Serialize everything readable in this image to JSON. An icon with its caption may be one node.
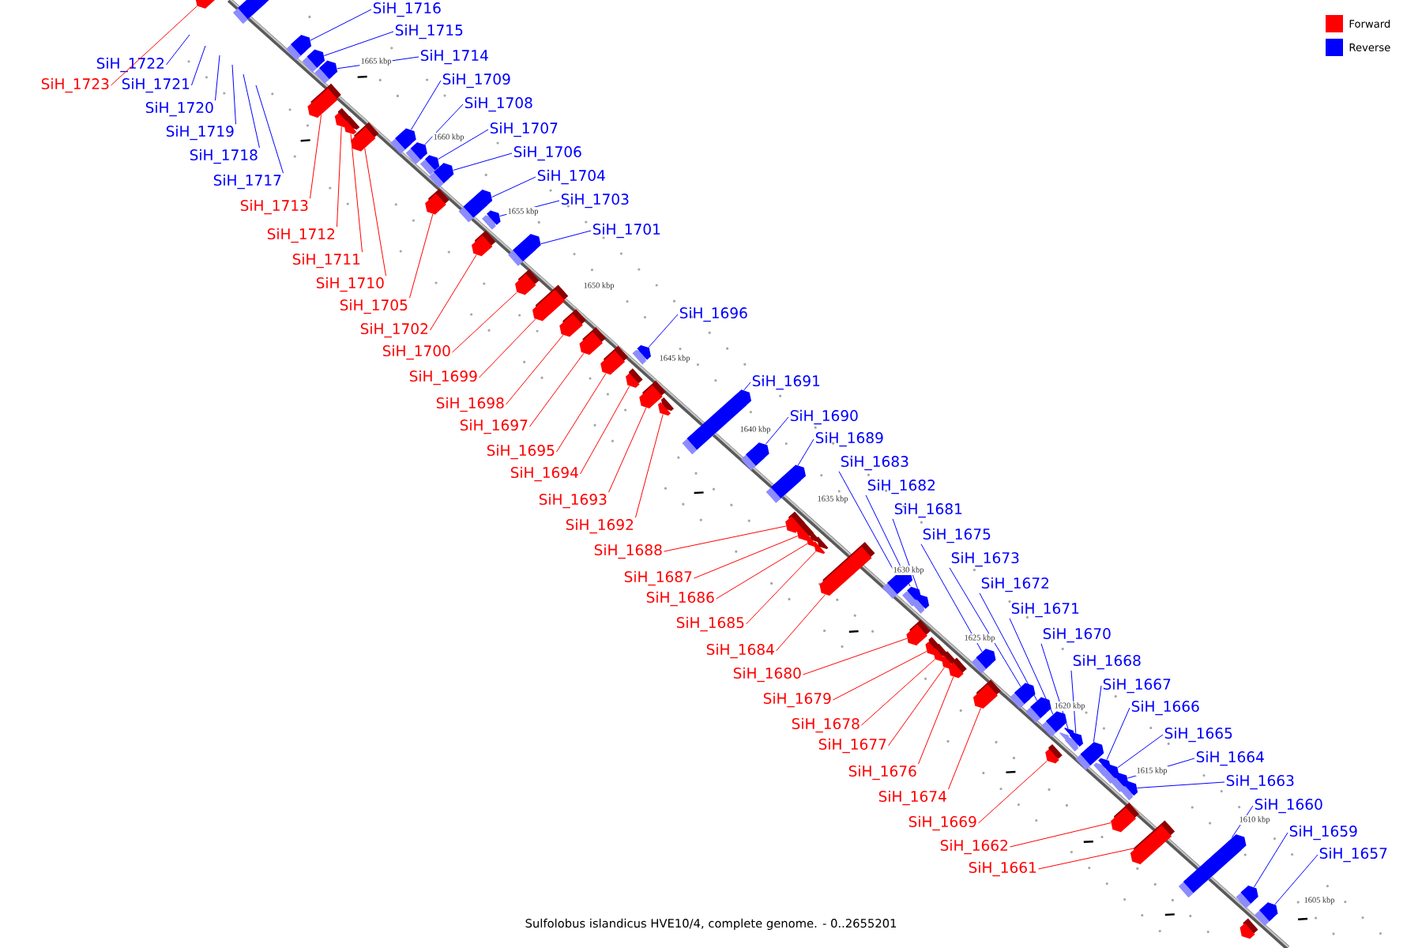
{
  "diagram": {
    "caption": "Sulfolobus islandicus HVE10/4, complete genome. - 0..2655201",
    "nodes": [
      {
        "text": [
          "SiH_1716"
        ]
      },
      {
        "text": [
          "SiH_1715"
        ]
      },
      {
        "text": [
          "SiH_1714"
        ]
      },
      {
        "text": [
          "SiH_1709"
        ]
      },
      {
        "text": [
          "SiH_1708"
        ]
      },
      {
        "text": [
          "SiH_1707"
        ]
      },
      {
        "text": [
          "SiH_1706"
        ]
      },
      {
        "text": [
          "SiH_1704"
        ]
      },
      {
        "text": [
          "SiH_1703"
        ]
      },
      {
        "text": [
          "SiH_1701"
        ]
      },
      {
        "text": [
          "SiH_1696"
        ]
      },
      {
        "text": [
          "SiH_1691"
        ]
      },
      {
        "text": [
          "SiH_1690"
        ]
      },
      {
        "text": [
          "SiH_1689"
        ]
      },
      {
        "text": [
          "SiH_1683"
        ]
      },
      {
        "text": [
          "SiH_1682"
        ]
      },
      {
        "text": [
          "SiH_1681"
        ]
      },
      {
        "text": [
          "SiH_1675"
        ]
      },
      {
        "text": [
          "SiH_1673"
        ]
      },
      {
        "text": [
          "SiH_1672"
        ]
      },
      {
        "text": [
          "SiH_1671"
        ]
      },
      {
        "text": [
          "SiH_1670"
        ]
      },
      {
        "text": [
          "SiH_1668"
        ]
      },
      {
        "text": [
          "SiH_1667"
        ]
      },
      {
        "text": [
          "SiH_1666"
        ]
      },
      {
        "text": [
          "SiH_1665"
        ]
      },
      {
        "text": [
          "SiH_1664"
        ]
      },
      {
        "text": [
          "SiH_1663"
        ]
      },
      {
        "text": [
          "SiH_1660"
        ]
      },
      {
        "text": [
          "SiH_1659"
        ]
      },
      {
        "text": [
          "SiH_1657"
        ]
      },
      {
        "text": [
          "SiH_1722"
        ]
      },
      {
        "text": [
          "SiH_1721"
        ]
      },
      {
        "text": [
          "SiH_1720"
        ]
      },
      {
        "text": [
          "SiH_1719"
        ]
      },
      {
        "text": [
          "SiH_1718"
        ]
      },
      {
        "text": [
          "SiH_1717"
        ]
      },
      {
        "text": [
          "SiH_1723"
        ]
      },
      {
        "text": [
          "SiH_1713"
        ]
      },
      {
        "text": [
          "SiH_1712"
        ]
      },
      {
        "text": [
          "SiH_1711"
        ]
      },
      {
        "text": [
          "SiH_1710"
        ]
      },
      {
        "text": [
          "SiH_1705"
        ]
      },
      {
        "text": [
          "SiH_1702"
        ]
      },
      {
        "text": [
          "SiH_1700"
        ]
      },
      {
        "text": [
          "SiH_1699"
        ]
      },
      {
        "text": [
          "SiH_1698"
        ]
      },
      {
        "text": [
          "SiH_1697"
        ]
      },
      {
        "text": [
          "SiH_1695"
        ]
      },
      {
        "text": [
          "SiH_1694"
        ]
      },
      {
        "text": [
          "SiH_1693"
        ]
      },
      {
        "text": [
          "SiH_1692"
        ]
      },
      {
        "text": [
          "SiH_1688"
        ]
      },
      {
        "text": [
          "SiH_1687"
        ]
      },
      {
        "text": [
          "SiH_1686"
        ]
      },
      {
        "text": [
          "SiH_1685"
        ]
      },
      {
        "text": [
          "SiH_1684"
        ]
      },
      {
        "text": [
          "SiH_1680"
        ]
      },
      {
        "text": [
          "SiH_1679"
        ]
      },
      {
        "text": [
          "SiH_1678"
        ]
      },
      {
        "text": [
          "SiH_1677"
        ]
      },
      {
        "text": [
          "SiH_1676"
        ]
      },
      {
        "text": [
          "SiH_1674"
        ]
      },
      {
        "text": [
          "SiH_1669"
        ]
      },
      {
        "text": [
          "SiH_1662"
        ]
      },
      {
        "text": [
          "SiH_1661"
        ]
      },
      {
        "text": [],
        "shape": "arrow"
      },
      {
        "text": [],
        "shape": "arrow"
      },
      {
        "text": [],
        "shape": "arrow"
      },
      {
        "text": [],
        "shape": "arrow"
      },
      {
        "text": [],
        "shape": "arrow"
      },
      {
        "text": [],
        "shape": "arrow"
      },
      {
        "text": [],
        "shape": "arrow"
      },
      {
        "text": [],
        "shape": "arrow"
      },
      {
        "text": [],
        "shape": "arrow"
      },
      {
        "text": [],
        "shape": "arrow"
      },
      {
        "text": [],
        "shape": "arrow"
      },
      {
        "text": [],
        "shape": "arrow"
      },
      {
        "text": [],
        "shape": "arrow"
      },
      {
        "text": [],
        "shape": "arrow"
      },
      {
        "text": [],
        "shape": "arrow"
      },
      {
        "text": [],
        "shape": "arrow"
      },
      {
        "text": [],
        "shape": "arrow"
      },
      {
        "text": [],
        "shape": "arrow"
      },
      {
        "text": [],
        "shape": "arrow"
      },
      {
        "text": [],
        "shape": "arrow"
      },
      {
        "text": [],
        "shape": "arrow"
      },
      {
        "text": [],
        "shape": "arrow"
      },
      {
        "text": [],
        "shape": "arrow"
      },
      {
        "text": [],
        "shape": "arrow"
      },
      {
        "text": [],
        "shape": "arrow"
      },
      {
        "text": [],
        "shape": "arrow"
      },
      {
        "text": [],
        "shape": "arrow"
      },
      {
        "text": [],
        "shape": "arrow"
      },
      {
        "text": [],
        "shape": "arrow"
      },
      {
        "text": [],
        "shape": "arrow"
      },
      {
        "text": [],
        "shape": "arrow"
      },
      {
        "text": [],
        "shape": "arrow"
      },
      {
        "text": [],
        "shape": "arrow"
      },
      {
        "text": [],
        "shape": "arrow"
      },
      {
        "text": [],
        "shape": "arrow"
      },
      {
        "text": [],
        "shape": "arrow"
      },
      {
        "text": [],
        "shape": "arrow"
      },
      {
        "text": [],
        "shape": "arrow"
      },
      {
        "text": [],
        "shape": "arrow"
      },
      {
        "text": [],
        "shape": "arrow"
      },
      {
        "text": [],
        "shape": "arrow"
      },
      {
        "text": [],
        "shape": "arrow"
      },
      {
        "text": [],
        "shape": "arrow"
      },
      {
        "text": [],
        "shape": "arrow"
      },
      {
        "text": [],
        "shape": "arrow"
      },
      {
        "text": [],
        "shape": "arrow"
      },
      {
        "text": [],
        "shape": "arrow"
      },
      {
        "text": [],
        "shape": "arrow"
      },
      {
        "text": [],
        "shape": "arrow"
      },
      {
        "text": [],
        "shape": "arrow"
      },
      {
        "text": [],
        "shape": "arrow"
      },
      {
        "text": [],
        "shape": "arrow"
      },
      {
        "text": [],
        "shape": "arrow"
      },
      {
        "text": [],
        "shape": "arrow"
      },
      {
        "text": [],
        "shape": "arrow"
      },
      {
        "text": [],
        "shape": "arrow"
      },
      {
        "text": [],
        "shape": "arrow"
      },
      {
        "text": [],
        "shape": "arrow"
      },
      {
        "text": [],
        "shape": "arrow"
      },
      {
        "text": [],
        "shape": "arrow"
      },
      {
        "text": [],
        "shape": "arrow"
      },
      {
        "text": [],
        "shape": "arrow"
      }
    ],
    "edges": [
      {
        "from": 0,
        "to": 66,
        "arrow": "none"
      },
      {
        "from": 1,
        "to": 67,
        "arrow": "none"
      },
      {
        "from": 2,
        "to": 68,
        "arrow": "none"
      },
      {
        "from": 3,
        "to": 69,
        "arrow": "none"
      },
      {
        "from": 4,
        "to": 70,
        "arrow": "none"
      },
      {
        "from": 5,
        "to": 71,
        "arrow": "none"
      },
      {
        "from": 6,
        "to": 72,
        "arrow": "none"
      },
      {
        "from": 7,
        "to": 73,
        "arrow": "none"
      },
      {
        "from": 8,
        "to": 74,
        "arrow": "none"
      },
      {
        "from": 9,
        "to": 75,
        "arrow": "none"
      },
      {
        "from": 10,
        "to": 76,
        "arrow": "none"
      },
      {
        "from": 11,
        "to": 77,
        "arrow": "none"
      },
      {
        "from": 12,
        "to": 78,
        "arrow": "none"
      },
      {
        "from": 13,
        "to": 79,
        "arrow": "none"
      },
      {
        "from": 14,
        "to": 80,
        "arrow": "none"
      },
      {
        "from": 15,
        "to": 81,
        "arrow": "none"
      },
      {
        "from": 16,
        "to": 82,
        "arrow": "none"
      },
      {
        "from": 17,
        "to": 83,
        "arrow": "none"
      },
      {
        "from": 18,
        "to": 84,
        "arrow": "none"
      },
      {
        "from": 19,
        "to": 85,
        "arrow": "none"
      },
      {
        "from": 20,
        "to": 86,
        "arrow": "none"
      },
      {
        "from": 21,
        "to": 87,
        "arrow": "none"
      },
      {
        "from": 22,
        "to": 88,
        "arrow": "none"
      },
      {
        "from": 23,
        "to": 89,
        "arrow": "none"
      },
      {
        "from": 24,
        "to": 90,
        "arrow": "none"
      },
      {
        "from": 25,
        "to": 91,
        "arrow": "none"
      },
      {
        "from": 26,
        "to": 92,
        "arrow": "none"
      },
      {
        "from": 27,
        "to": 93,
        "arrow": "none"
      },
      {
        "from": 28,
        "to": 94,
        "arrow": "none"
      },
      {
        "from": 29,
        "to": 95,
        "arrow": "none"
      },
      {
        "from": 30,
        "to": 96,
        "arrow": "none"
      },
      {
        "from": 31,
        "to": null,
        "arrow": "none"
      },
      {
        "from": 32,
        "to": null,
        "arrow": "none"
      },
      {
        "from": 33,
        "to": null,
        "arrow": "none"
      },
      {
        "from": 34,
        "to": null,
        "arrow": "none"
      },
      {
        "from": 35,
        "to": null,
        "arrow": "none"
      },
      {
        "from": 36,
        "to": null,
        "arrow": "none"
      },
      {
        "from": 37,
        "to": 97,
        "arrow": "none",
        "color": "#ff0000"
      },
      {
        "from": 38,
        "to": 98,
        "arrow": "none",
        "color": "#ff0000"
      },
      {
        "from": 39,
        "to": 99,
        "arrow": "none",
        "color": "#ff0000"
      },
      {
        "from": 40,
        "to": 100,
        "arrow": "none",
        "color": "#ff0000"
      },
      {
        "from": 41,
        "to": 101,
        "arrow": "none",
        "color": "#ff0000"
      },
      {
        "from": 42,
        "to": 102,
        "arrow": "none",
        "color": "#ff0000"
      },
      {
        "from": 43,
        "to": 103,
        "arrow": "none",
        "color": "#ff0000"
      },
      {
        "from": 44,
        "to": 104,
        "arrow": "none",
        "color": "#ff0000"
      },
      {
        "from": 45,
        "to": 105,
        "arrow": "none",
        "color": "#ff0000"
      },
      {
        "from": 46,
        "to": 106,
        "arrow": "none",
        "color": "#ff0000"
      },
      {
        "from": 47,
        "to": 107,
        "arrow": "none",
        "color": "#ff0000"
      },
      {
        "from": 48,
        "to": 108,
        "arrow": "none",
        "color": "#ff0000"
      },
      {
        "from": 49,
        "to": 109,
        "arrow": "none",
        "color": "#ff0000"
      },
      {
        "from": 50,
        "to": 110,
        "arrow": "none",
        "color": "#ff0000"
      },
      {
        "from": 51,
        "to": 111,
        "arrow": "none",
        "color": "#ff0000"
      },
      {
        "from": 52,
        "to": 112,
        "arrow": "none",
        "color": "#ff0000"
      },
      {
        "from": 53,
        "to": 113,
        "arrow": "none",
        "color": "#ff0000"
      },
      {
        "from": 54,
        "to": 114,
        "arrow": "none",
        "color": "#ff0000"
      },
      {
        "from": 55,
        "to": 115,
        "arrow": "none",
        "color": "#ff0000"
      },
      {
        "from": 56,
        "to": 116,
        "arrow": "none",
        "color": "#ff0000"
      },
      {
        "from": 57,
        "to": 117,
        "arrow": "none",
        "color": "#ff0000"
      },
      {
        "from": 58,
        "to": 118,
        "arrow": "none",
        "color": "#ff0000"
      },
      {
        "from": 59,
        "to": 119,
        "arrow": "none",
        "color": "#ff0000"
      },
      {
        "from": 60,
        "to": 120,
        "arrow": "none",
        "color": "#ff0000"
      },
      {
        "from": 61,
        "to": 121,
        "arrow": "none",
        "color": "#ff0000"
      },
      {
        "from": 62,
        "to": 122,
        "arrow": "none",
        "color": "#ff0000"
      },
      {
        "from": 63,
        "to": 123,
        "arrow": "none",
        "color": "#ff0000"
      },
      {
        "from": 64,
        "to": 124,
        "arrow": "none",
        "color": "#ff0000"
      },
      {
        "from": 65,
        "to": 125,
        "arrow": "none",
        "color": "#ff0000"
      }
    ],
    "labels": [
      "1665 kbp",
      "1660 kbp",
      "1655 kbp",
      "1650 kbp",
      "1645 kbp",
      "1640 kbp",
      "1635 kbp",
      "1630 kbp",
      "1625 kbp",
      "1620 kbp",
      "1615 kbp",
      "1610 kbp",
      "1605 kbp"
    ],
    "legend": [
      {
        "text": "Forward",
        "color": "#ff0000"
      },
      {
        "text": "Reverse",
        "color": "#0000ff"
      }
    ]
  }
}
